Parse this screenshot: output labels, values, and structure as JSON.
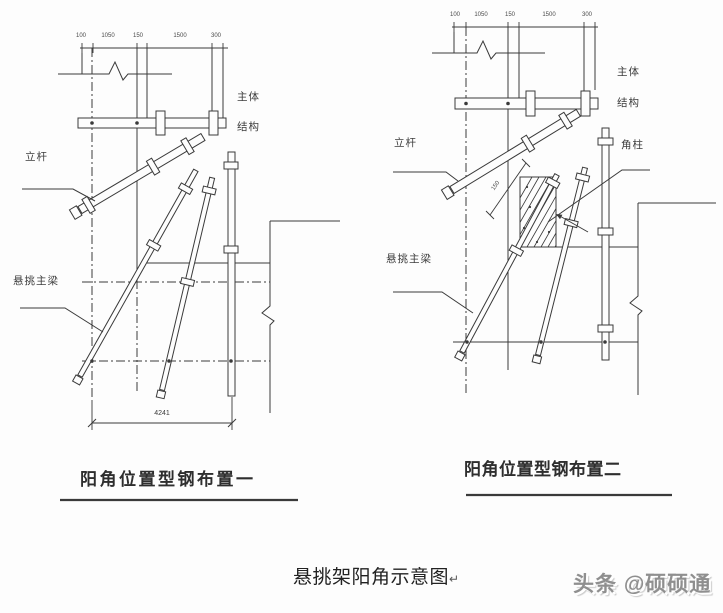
{
  "figure": {
    "caption": "悬挑架阳角示意图",
    "paragraph_mark": "↵",
    "watermark": "头条 @硕硕通",
    "line_color": "#3a3a3a",
    "background": "#fdfdfd"
  },
  "left_diagram": {
    "caption": "阳角位置型钢布置一",
    "labels": {
      "main_structure_1": "主体",
      "main_structure_2": "结构",
      "standing_pole": "立杆",
      "cantilever_main_beam": "悬挑主梁"
    },
    "dimensions": {
      "top": [
        "100",
        "1050",
        "150",
        "1500",
        "300"
      ],
      "bottom_span": "4241"
    }
  },
  "right_diagram": {
    "caption": "阳角位置型钢布置二",
    "labels": {
      "main_structure_1": "主体",
      "main_structure_2": "结构",
      "standing_pole": "立杆",
      "corner_column": "角柱",
      "cantilever_main_beam": "悬挑主梁"
    },
    "dimensions": {
      "top": [
        "100",
        "1050",
        "150",
        "1500",
        "300"
      ],
      "diagonal": "150"
    }
  }
}
